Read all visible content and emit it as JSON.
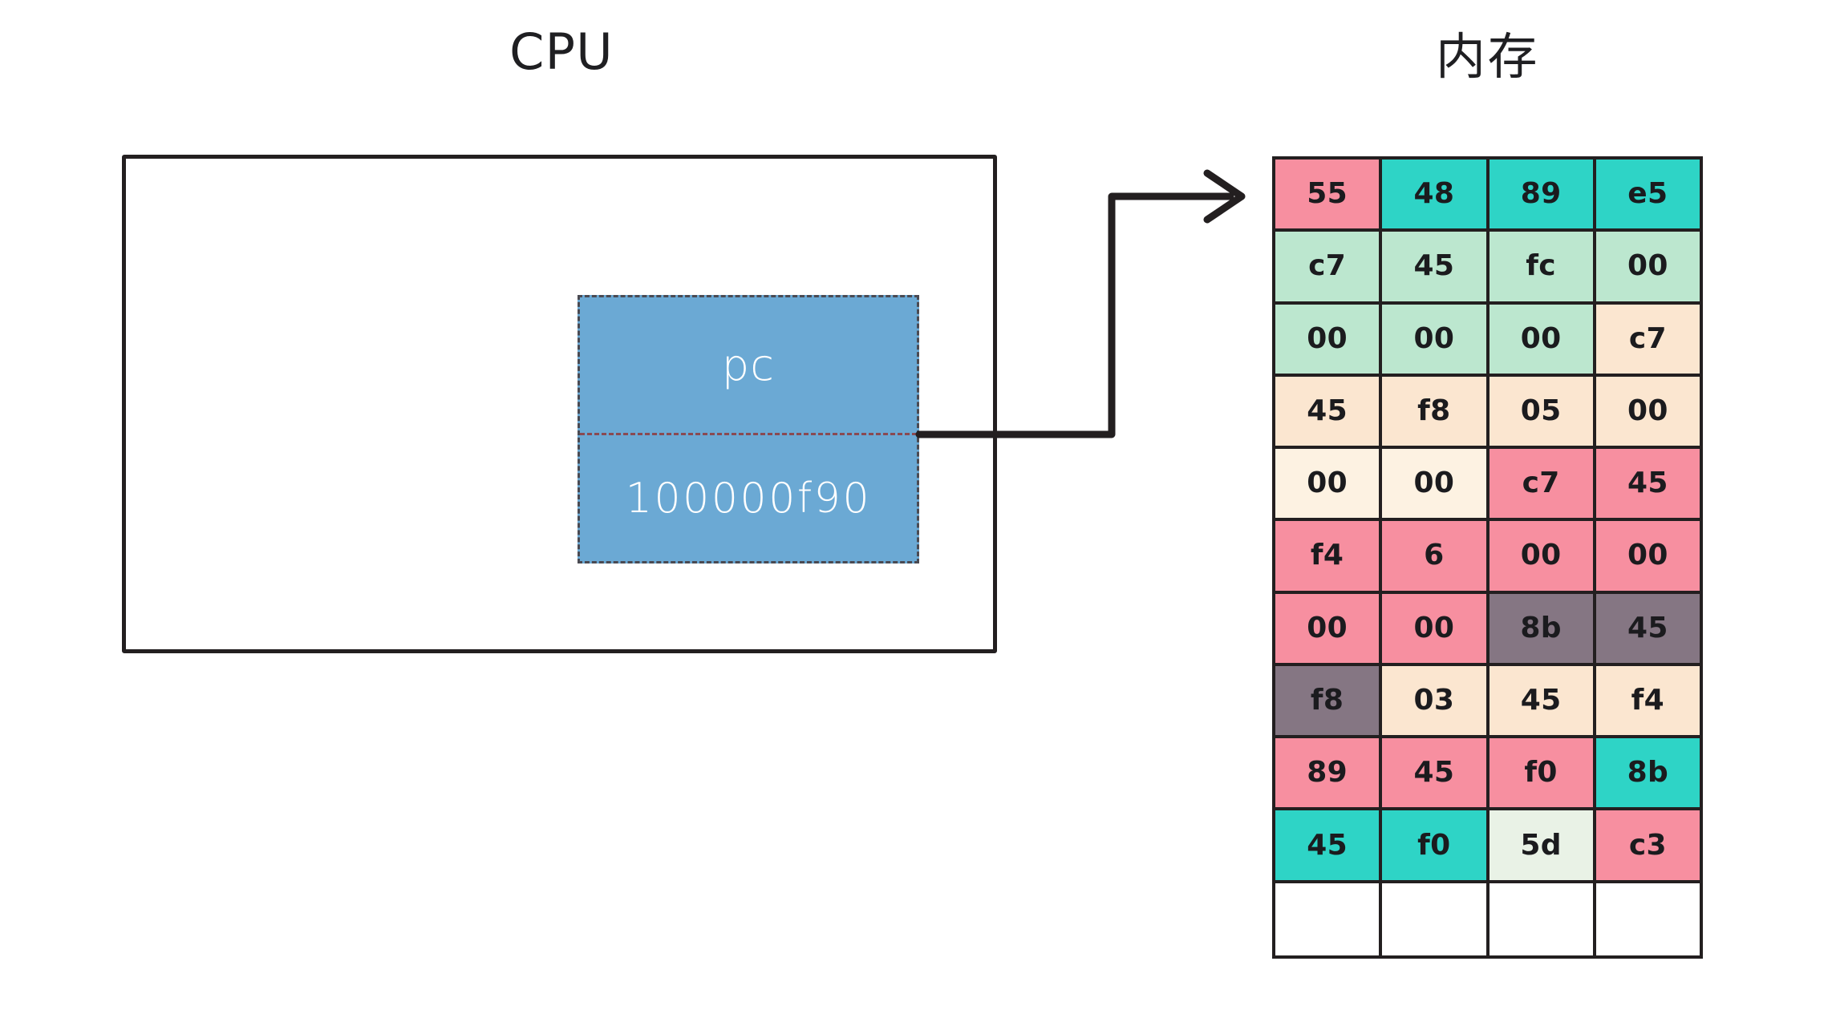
{
  "diagram": {
    "cpu": {
      "title": "CPU",
      "register": {
        "name": "pc",
        "value": "100000f90",
        "fill_color": "#6ba9d4",
        "text_color": "#ffffff",
        "border_style": "dashed"
      },
      "box_border_color": "#231f20"
    },
    "memory": {
      "title": "内存",
      "columns": 4,
      "rows": 11,
      "palette": {
        "pink": "#f78fa0",
        "teal": "#2ed4c6",
        "mint": "#bce7cf",
        "cream": "#fbe6d0",
        "gray": "#857683",
        "pale": "#e9f2e6",
        "white": "#ffffff"
      },
      "cells": [
        [
          {
            "value": "55",
            "color": "#f78fa0"
          },
          {
            "value": "48",
            "color": "#2ed4c6"
          },
          {
            "value": "89",
            "color": "#2ed4c6"
          },
          {
            "value": "e5",
            "color": "#2ed4c6"
          }
        ],
        [
          {
            "value": "c7",
            "color": "#bce7cf"
          },
          {
            "value": "45",
            "color": "#bce7cf"
          },
          {
            "value": "fc",
            "color": "#bce7cf"
          },
          {
            "value": "00",
            "color": "#bce7cf"
          }
        ],
        [
          {
            "value": "00",
            "color": "#bce7cf"
          },
          {
            "value": "00",
            "color": "#bce7cf"
          },
          {
            "value": "00",
            "color": "#bce7cf"
          },
          {
            "value": "c7",
            "color": "#fbe6d0"
          }
        ],
        [
          {
            "value": "45",
            "color": "#fbe6d0"
          },
          {
            "value": "f8",
            "color": "#fbe6d0"
          },
          {
            "value": "05",
            "color": "#fbe6d0"
          },
          {
            "value": "00",
            "color": "#fbe6d0"
          }
        ],
        [
          {
            "value": "00",
            "color": "#fdf2e2"
          },
          {
            "value": "00",
            "color": "#fdf2e2"
          },
          {
            "value": "c7",
            "color": "#f78fa0"
          },
          {
            "value": "45",
            "color": "#f78fa0"
          }
        ],
        [
          {
            "value": "f4",
            "color": "#f78fa0"
          },
          {
            "value": "6",
            "color": "#f78fa0"
          },
          {
            "value": "00",
            "color": "#f78fa0"
          },
          {
            "value": "00",
            "color": "#f78fa0"
          }
        ],
        [
          {
            "value": "00",
            "color": "#f78fa0"
          },
          {
            "value": "00",
            "color": "#f78fa0"
          },
          {
            "value": "8b",
            "color": "#857683"
          },
          {
            "value": "45",
            "color": "#857683"
          }
        ],
        [
          {
            "value": "f8",
            "color": "#857683"
          },
          {
            "value": "03",
            "color": "#fbe6d0"
          },
          {
            "value": "45",
            "color": "#fbe6d0"
          },
          {
            "value": "f4",
            "color": "#fbe6d0"
          }
        ],
        [
          {
            "value": "89",
            "color": "#f78fa0"
          },
          {
            "value": "45",
            "color": "#f78fa0"
          },
          {
            "value": "f0",
            "color": "#f78fa0"
          },
          {
            "value": "8b",
            "color": "#2ed4c6"
          }
        ],
        [
          {
            "value": "45",
            "color": "#2ed4c6"
          },
          {
            "value": "f0",
            "color": "#2ed4c6"
          },
          {
            "value": "5d",
            "color": "#e9f2e6"
          },
          {
            "value": "c3",
            "color": "#f78fa0"
          }
        ],
        [
          {
            "value": "",
            "color": "#ffffff"
          },
          {
            "value": "",
            "color": "#ffffff"
          },
          {
            "value": "",
            "color": "#ffffff"
          },
          {
            "value": "",
            "color": "#ffffff"
          }
        ]
      ]
    },
    "arrow": {
      "label": "pc-points-to-memory",
      "color": "#231f20",
      "from": "pc-register-right-edge",
      "to": "memory-cell-0-0"
    }
  }
}
